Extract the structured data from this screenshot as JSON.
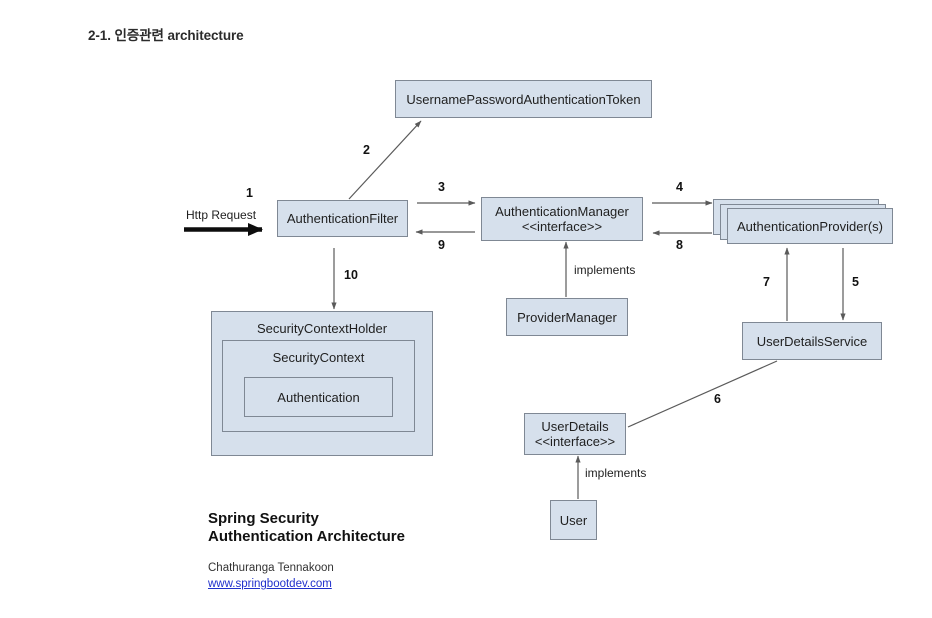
{
  "heading": "2-1. 인증관련 architecture",
  "diagram": {
    "nodes": {
      "token": "UsernamePasswordAuthenticationToken",
      "auth_filter": "AuthenticationFilter",
      "auth_manager": "AuthenticationManager\n<<interface>>",
      "auth_provider": "AuthenticationProvider(s)",
      "provider_manager": "ProviderManager",
      "user_details_service": "UserDetailsService",
      "security_context_holder": "SecurityContextHolder",
      "security_context": "SecurityContext",
      "authentication": "Authentication",
      "user_details": "UserDetails\n<<interface>>",
      "user": "User"
    },
    "labels": {
      "http_request": "Http Request",
      "implements_manager": "implements",
      "implements_user": "implements"
    },
    "step_numbers": {
      "s1": "1",
      "s2": "2",
      "s3": "3",
      "s4": "4",
      "s5": "5",
      "s6": "6",
      "s7": "7",
      "s8": "8",
      "s9": "9",
      "s10": "10"
    }
  },
  "caption": {
    "title": "Spring Security\nAuthentication Architecture",
    "author": "Chathuranga Tennakoon",
    "link": "www.springbootdev.com"
  },
  "colors": {
    "node_fill": "#d6e0ec",
    "node_border": "#7f8894",
    "line": "#5a5a5a",
    "link": "#2030cc",
    "heading": "#2b2b2b"
  }
}
